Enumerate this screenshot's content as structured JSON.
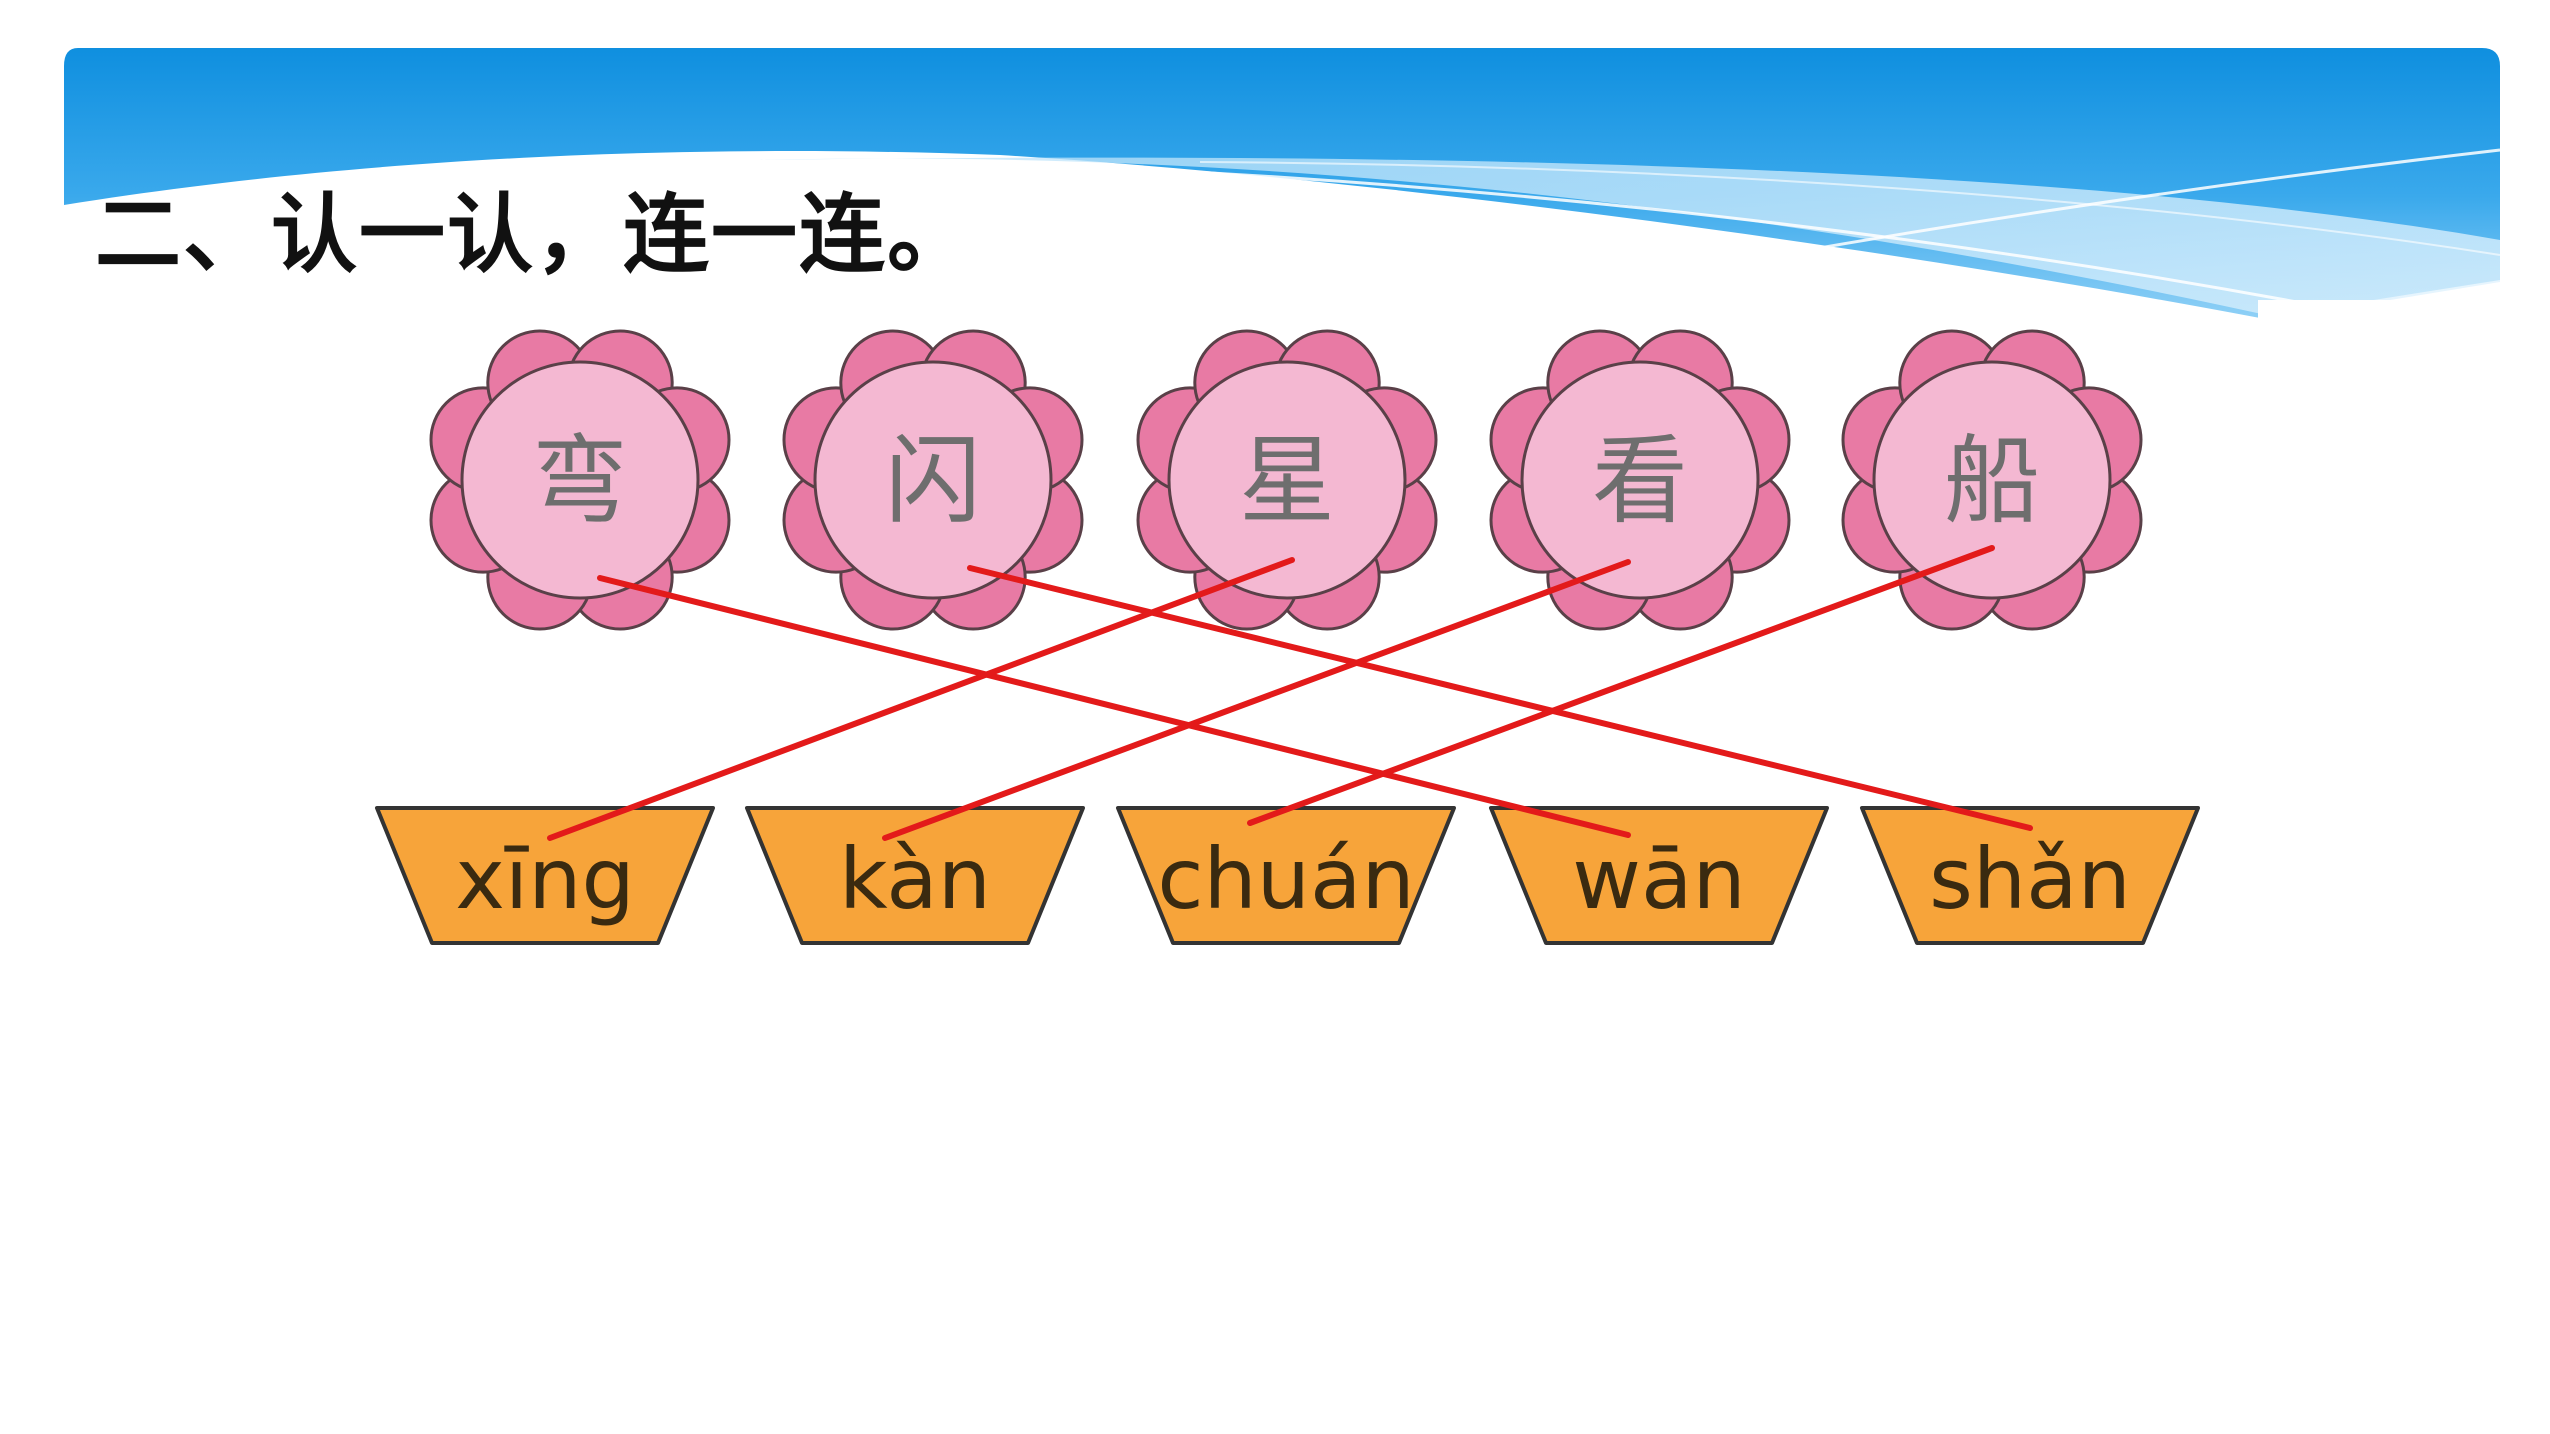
{
  "title": "二、认一认，连一连。",
  "colors": {
    "header_blue_top": "#1494e2",
    "header_blue_bottom": "#6cc0f2",
    "flower_petal": "#e87aa4",
    "flower_center": "#f4b8d2",
    "flower_outline": "#5a4048",
    "basket_fill": "#f7a43a",
    "basket_outline": "#333333",
    "connector_line": "#e31a1a"
  },
  "characters": [
    "弯",
    "闪",
    "星",
    "看",
    "船"
  ],
  "pinyin": [
    "xīng",
    "kàn",
    "chuán",
    "wān",
    "shǎn"
  ],
  "matches": [
    {
      "character": 0,
      "pinyin": 3
    },
    {
      "character": 1,
      "pinyin": 4
    },
    {
      "character": 2,
      "pinyin": 0
    },
    {
      "character": 3,
      "pinyin": 1
    },
    {
      "character": 4,
      "pinyin": 2
    }
  ]
}
